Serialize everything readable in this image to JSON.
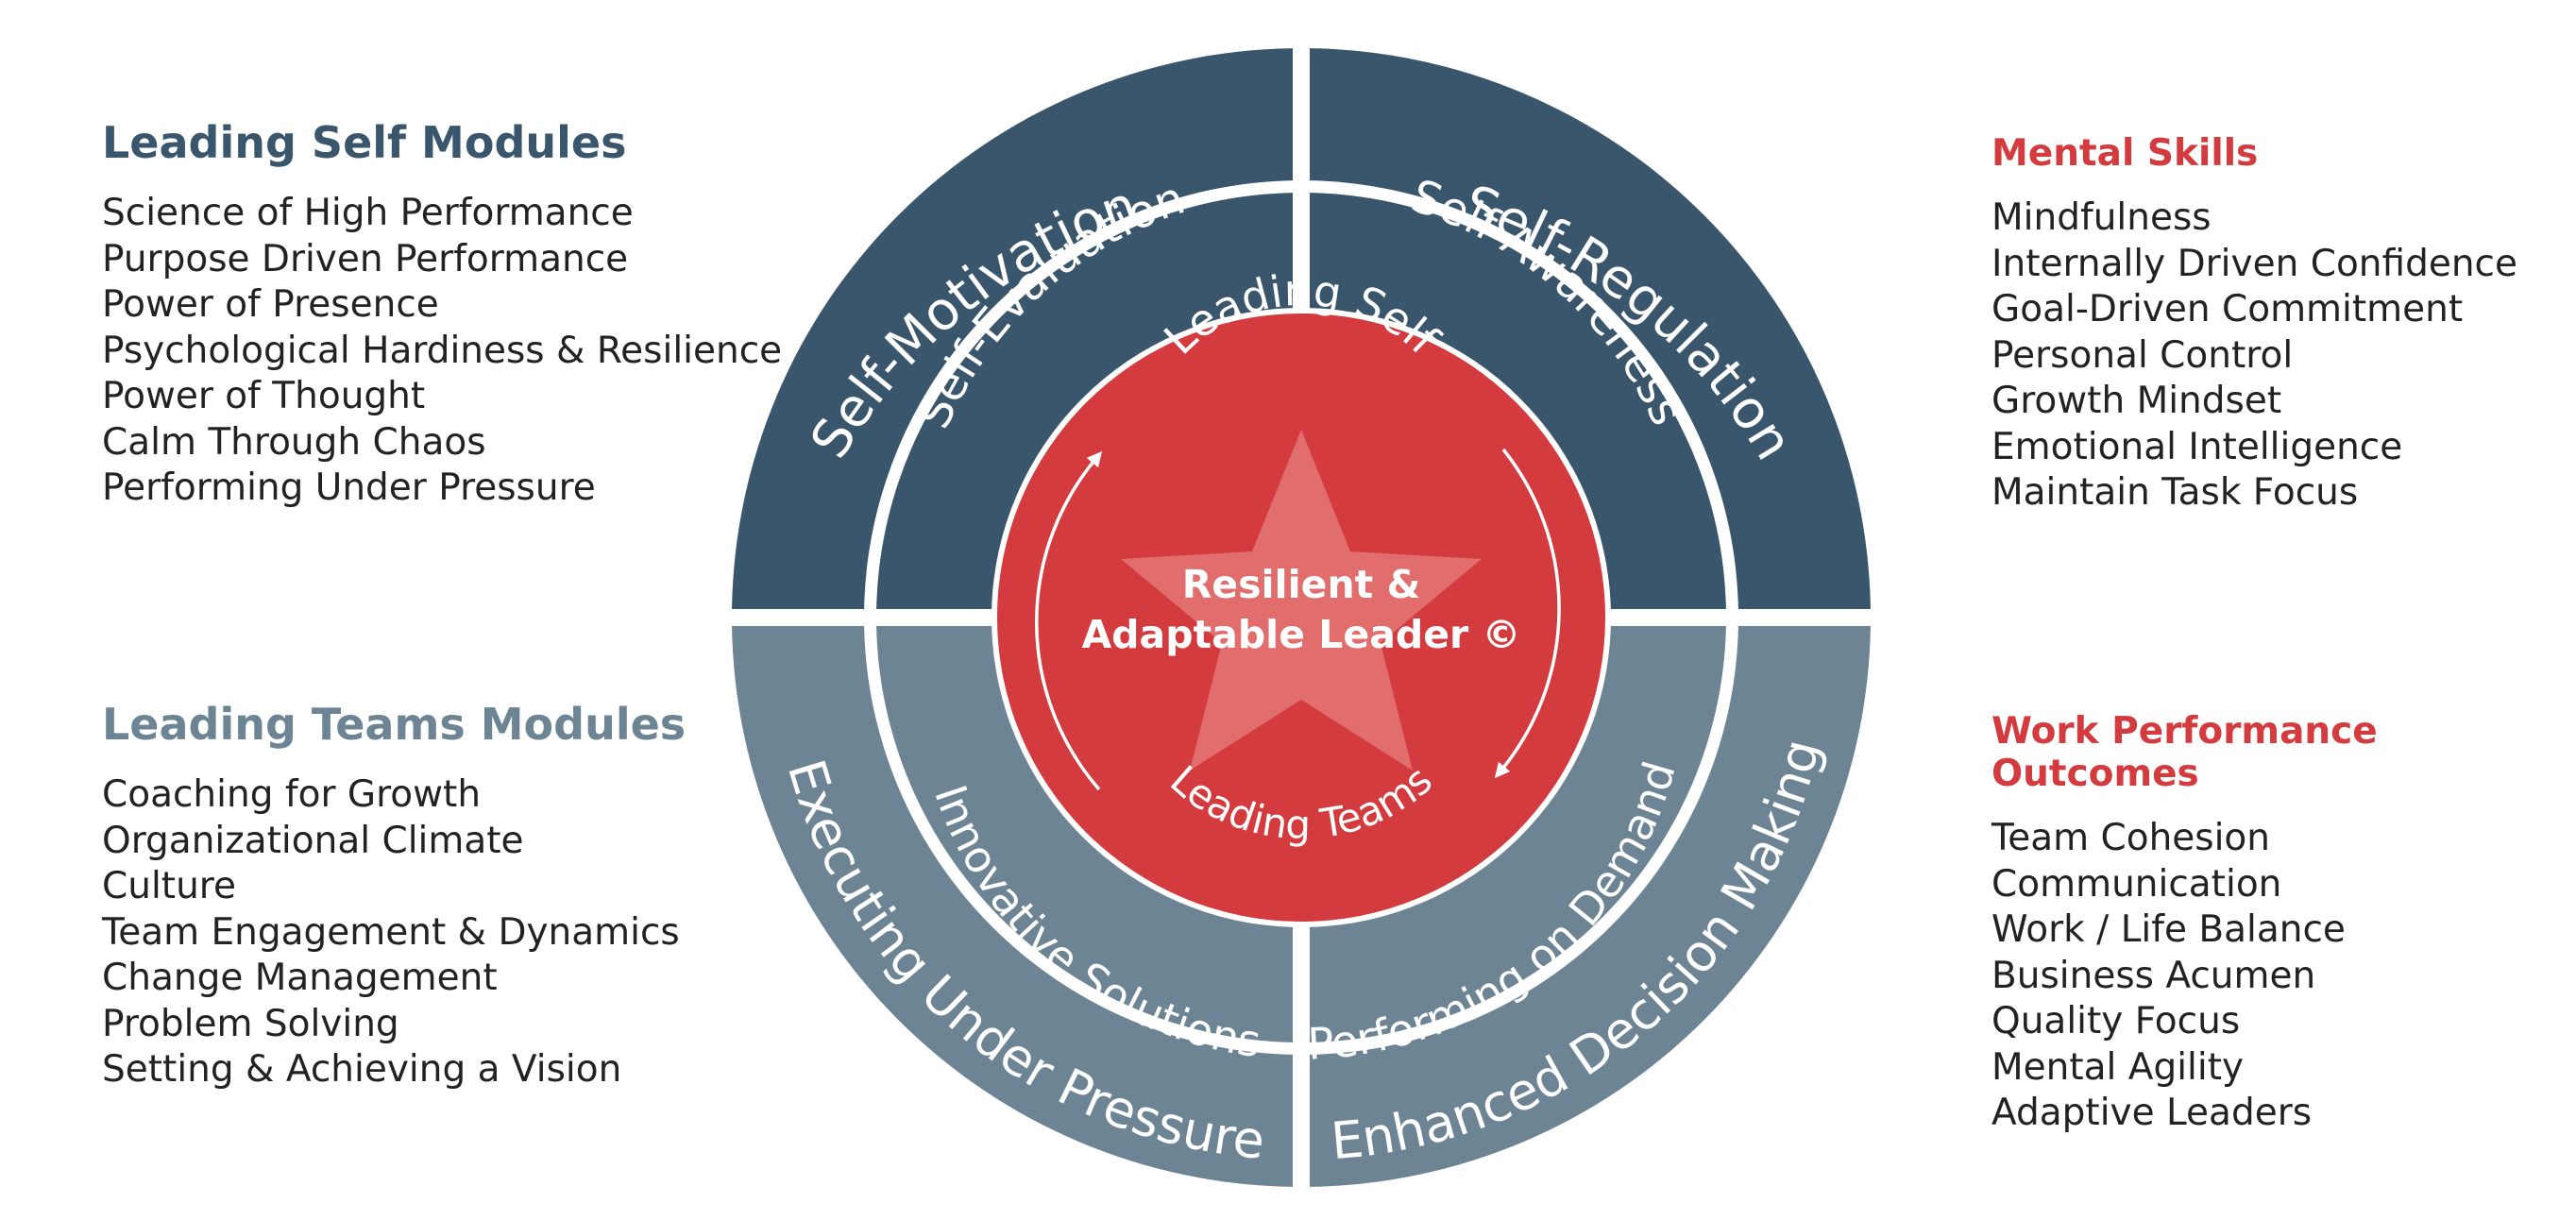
{
  "panels": {
    "leading_self_modules": {
      "title": "Leading Self Modules",
      "items": [
        "Science of High Performance",
        "Purpose Driven Performance",
        "Power of Presence",
        "Psychological Hardiness & Resilience",
        "Power of Thought",
        "Calm Through Chaos",
        "Performing Under Pressure"
      ]
    },
    "leading_teams_modules": {
      "title": "Leading Teams Modules",
      "items": [
        "Coaching for Growth",
        "Organizational Climate",
        "Culture",
        "Team Engagement & Dynamics",
        "Change Management",
        "Problem Solving",
        "Setting & Achieving a Vision"
      ]
    },
    "mental_skills": {
      "title": "Mental Skills",
      "items": [
        "Mindfulness",
        "Internally Driven Confidence",
        "Goal-Driven Commitment",
        "Personal Control",
        "Growth Mindset",
        "Emotional Intelligence",
        "Maintain Task Focus"
      ]
    },
    "work_performance_outcomes": {
      "title": "Work Performance Outcomes",
      "items": [
        "Team Cohesion",
        "Communication",
        "Work / Life Balance",
        "Business Acumen",
        "Quality Focus",
        "Mental Agility",
        "Adaptive Leaders"
      ]
    }
  },
  "wheel": {
    "outer": {
      "top_left": "Self-Motivation",
      "top_right": "Self-Regulation",
      "bottom_left": "Executing Under Pressure",
      "bottom_right": "Enhanced Decision Making"
    },
    "inner": {
      "top_left": "Self-Evaluation",
      "top_right": "Self-Awareness",
      "bottom_left": "Innovative Solutions",
      "bottom_right": "Performing on Demand"
    },
    "core": {
      "top_label": "Leading Self",
      "bottom_label": "Leading Teams",
      "center_line1": "Resilient &",
      "center_line2": "Adaptable Leader ©"
    }
  },
  "colors": {
    "dark_blue": "#3a566d",
    "slate_gray": "#6d8494",
    "red": "#d33b3e",
    "star": "#e57b7b",
    "text": "#222222"
  }
}
